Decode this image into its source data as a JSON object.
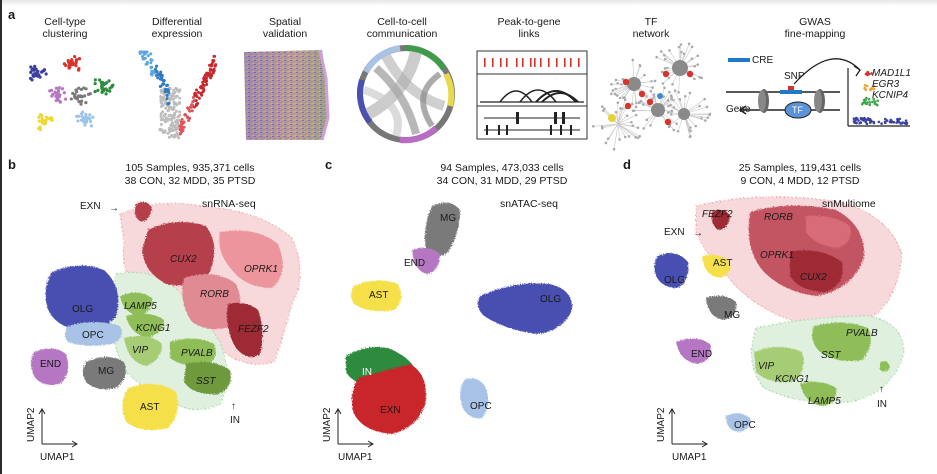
{
  "panel_a": {
    "letter": "a",
    "columns": [
      {
        "line1": "Cell-type",
        "line2": "clustering"
      },
      {
        "line1": "Differential",
        "line2": "expression"
      },
      {
        "line1": "Spatial",
        "line2": "validation"
      },
      {
        "line1": "Cell-to-cell",
        "line2": "communication"
      },
      {
        "line1": "Peak-to-gene",
        "line2": "links"
      },
      {
        "line1": "TF",
        "line2": "network"
      },
      {
        "line1": "GWAS",
        "line2": "fine-mapping"
      }
    ],
    "gwas": {
      "cre": "CRE",
      "snp": "SNP",
      "gene": "Gene",
      "tf": "TF",
      "genes": [
        "MAD1L1",
        "EGR3",
        "KCNIP4"
      ]
    }
  },
  "panel_b": {
    "letter": "b",
    "samples": "105 Samples, 935,371 cells",
    "groups": "38 CON, 32 MDD, 35 PTSD",
    "assay": "snRNA-seq",
    "labels": {
      "exn": "EXN",
      "olg": "OLG",
      "opc": "OPC",
      "end": "END",
      "mg": "MG",
      "ast": "AST",
      "lamp5": "LAMP5",
      "kcng1": "KCNG1",
      "vip": "VIP",
      "pvalb": "PVALB",
      "sst": "SST",
      "cux2": "CUX2",
      "rorb": "RORB",
      "oprk1": "OPRK1",
      "fezf2": "FEZF2",
      "in": "IN"
    },
    "umap1": "UMAP1",
    "umap2": "UMAP2"
  },
  "panel_c": {
    "letter": "c",
    "samples": "94 Samples, 473,033 cells",
    "groups": "34 CON, 31 MDD, 29 PTSD",
    "assay": "snATAC-seq",
    "labels": {
      "mg": "MG",
      "end": "END",
      "ast": "AST",
      "olg": "OLG",
      "in": "IN",
      "exn": "EXN",
      "opc": "OPC"
    },
    "umap1": "UMAP1",
    "umap2": "UMAP2"
  },
  "panel_d": {
    "letter": "d",
    "samples": "25 Samples, 119,431 cells",
    "groups": "9 CON, 4 MDD, 12 PTSD",
    "assay": "snMultiome",
    "labels": {
      "fezf2": "FEZF2",
      "exn": "EXN",
      "rorb": "RORB",
      "oprk1": "OPRK1",
      "cux2": "CUX2",
      "olg": "OLG",
      "ast": "AST",
      "mg": "MG",
      "end": "END",
      "opc": "OPC",
      "pvalb": "PVALB",
      "sst": "SST",
      "vip": "VIP",
      "kcng1": "KCNG1",
      "lamp5": "LAMP5",
      "in": "IN"
    },
    "umap1": "UMAP1",
    "umap2": "UMAP2"
  },
  "colors": {
    "exn_pink": "#f2c4c8",
    "cux2": "#b5404b",
    "rorb": "#d86c76",
    "oprk1": "#e88c92",
    "fezf2": "#9e2b36",
    "olg": "#4a4fb0",
    "opc": "#a9c3e6",
    "end": "#b677c2",
    "mg": "#7a7a7a",
    "ast": "#f5e04a",
    "inh_green": "#8fbd58",
    "in_bg": "#d8f0dc",
    "atac_green": "#2e8b3e",
    "atac_red": "#c8282c"
  }
}
